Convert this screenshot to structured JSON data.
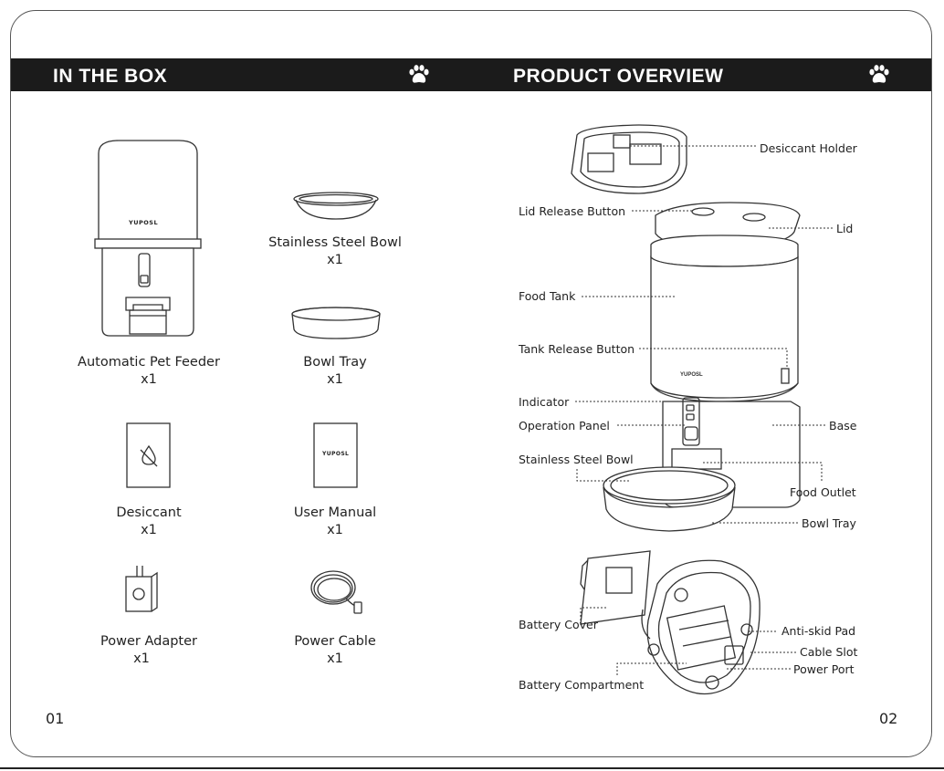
{
  "left_page": {
    "header": "IN THE BOX",
    "items": [
      {
        "name": "Automatic Pet Feeder",
        "qty": "x1",
        "brand": "YUPOSL"
      },
      {
        "name": "Stainless Steel Bowl",
        "qty": "x1"
      },
      {
        "name": "Bowl Tray",
        "qty": "x1"
      },
      {
        "name": "Desiccant",
        "qty": "x1"
      },
      {
        "name": "User Manual",
        "qty": "x1",
        "brand": "YUPOSL"
      },
      {
        "name": "Power Adapter",
        "qty": "x1"
      },
      {
        "name": "Power Cable",
        "qty": "x1"
      }
    ],
    "page_number": "01"
  },
  "right_page": {
    "header": "PRODUCT OVERVIEW",
    "brand": "YUPOSL",
    "callouts": {
      "desiccant_holder": "Desiccant Holder",
      "lid_release_button": "Lid Release Button",
      "lid": "Lid",
      "food_tank": "Food Tank",
      "tank_release_button": "Tank Release Button",
      "indicator": "Indicator",
      "operation_panel": "Operation Panel",
      "base": "Base",
      "stainless_steel_bowl": "Stainless Steel Bowl",
      "food_outlet": "Food Outlet",
      "bowl_tray": "Bowl Tray",
      "battery_cover": "Battery Cover",
      "anti_skid_pad": "Anti-skid Pad",
      "cable_slot": "Cable Slot",
      "power_port": "Power Port",
      "battery_compartment": "Battery Compartment"
    },
    "page_number": "02"
  },
  "icons": [
    "paw-icon",
    "desiccant-drop-icon"
  ],
  "colors": {
    "header_band": "#1b1b1b",
    "header_text": "#ffffff",
    "ink": "#333333"
  }
}
